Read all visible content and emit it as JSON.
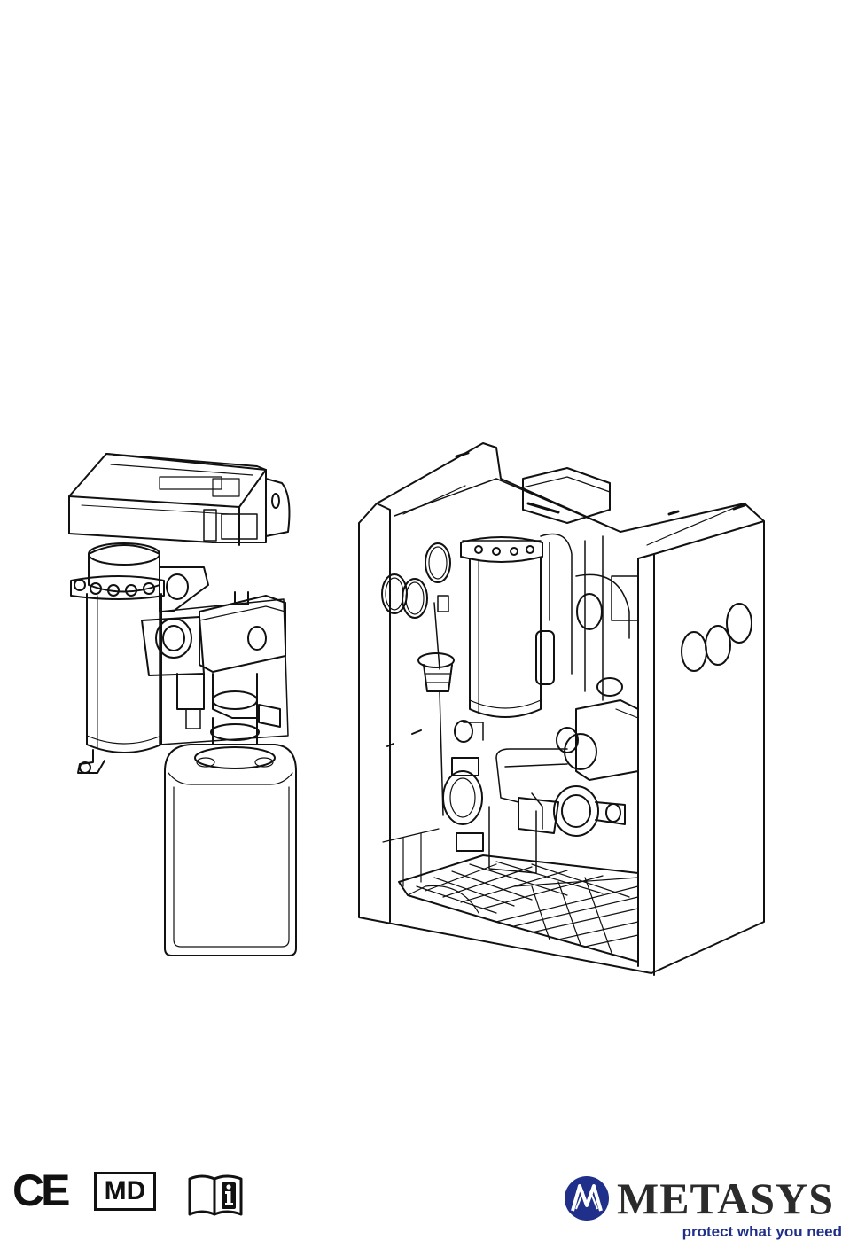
{
  "footer": {
    "conformity_mark": "CE",
    "medical_device_mark": "MD",
    "ifu_icon": "instructions-info-icon"
  },
  "brand": {
    "name": "METASYS",
    "tagline": "protect what you need",
    "logo_icon": "metasys-circle-logo-icon",
    "logo_color": "#1f2f8a",
    "tagline_color": "#1f2f8a"
  }
}
